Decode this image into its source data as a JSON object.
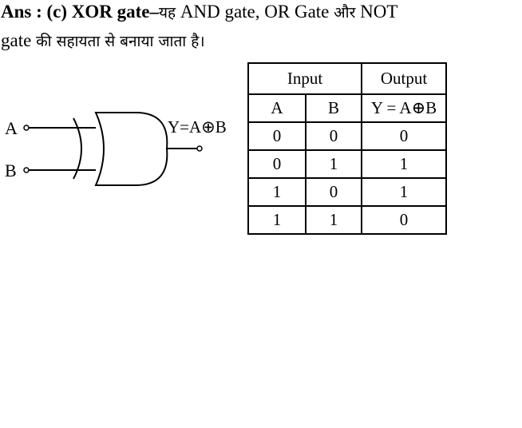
{
  "answer": {
    "prefix": "Ans : (c) XOR gate–",
    "hi_1": "यह",
    "en_1": " AND gate, OR Gate ",
    "hi_2": "और",
    "en_2": " NOT",
    "line2_en": "gate ",
    "line2_hi": "की सहायता से बनाया जाता है।"
  },
  "diagram": {
    "input_a": "A",
    "input_b": "B",
    "output": "Y=A⊕B"
  },
  "table": {
    "group_input": "Input",
    "group_output": "Output",
    "col_a": "A",
    "col_b": "B",
    "col_y": "Y = A⊕B",
    "rows": [
      [
        "0",
        "0",
        "0"
      ],
      [
        "0",
        "1",
        "1"
      ],
      [
        "1",
        "0",
        "1"
      ],
      [
        "1",
        "1",
        "0"
      ]
    ]
  }
}
